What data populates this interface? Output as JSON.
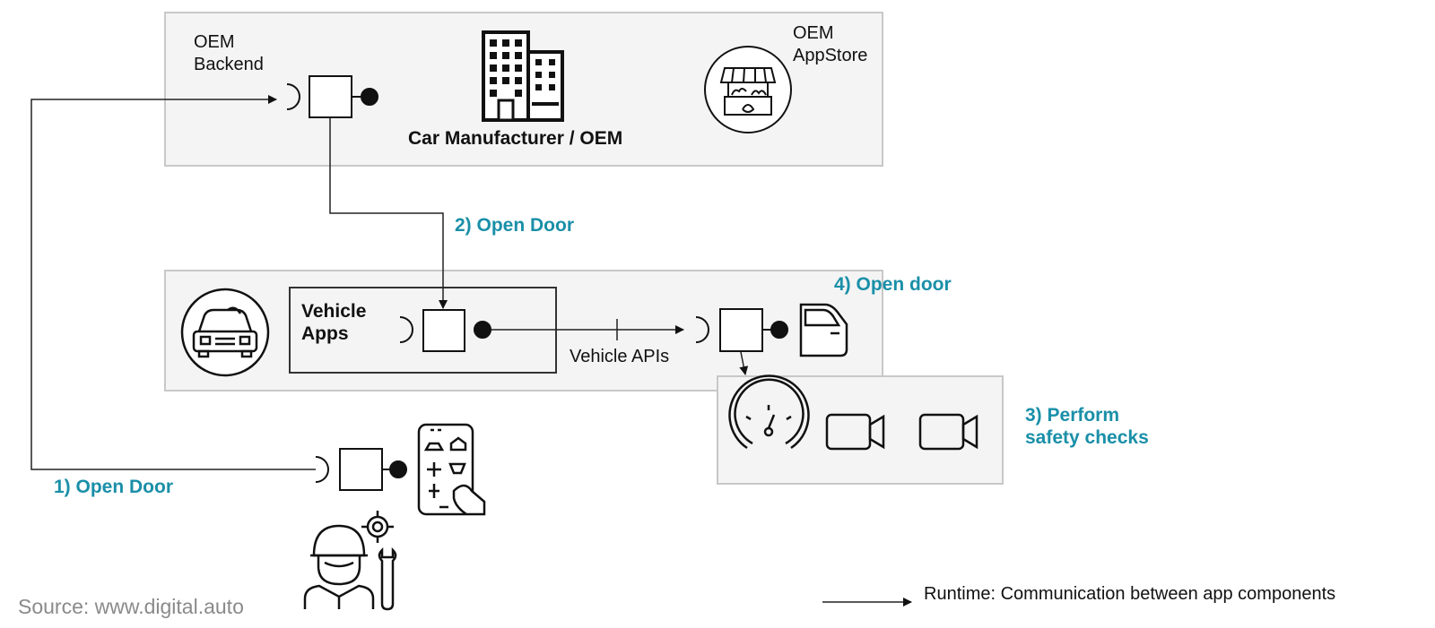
{
  "oem": {
    "backend_line1": "OEM",
    "backend_line2": "Backend",
    "appstore_line1": "OEM",
    "appstore_line2": "AppStore",
    "manufacturer_label": "Car Manufacturer / OEM"
  },
  "vehicle": {
    "apps_line1": "Vehicle",
    "apps_line2": "Apps",
    "apis_label": "Vehicle APIs"
  },
  "steps": {
    "step1": "1) Open Door",
    "step2": "2) Open Door",
    "step3_line1": "3) Perform",
    "step3_line2": "safety checks",
    "step4": "4) Open door"
  },
  "legend": {
    "runtime": "Runtime: Communication between app components"
  },
  "source": "Source: www.digital.auto",
  "colors": {
    "accent_teal": "#1a8fa8",
    "panel_fill": "#f4f4f4",
    "panel_border": "#c8c8c8",
    "source_grey": "#8a8a8a"
  },
  "icons": [
    "office-building-icon",
    "market-stall-icon",
    "car-front-icon",
    "car-door-icon",
    "speedometer-icon",
    "video-camera-icon",
    "smartphone-app-icon",
    "mechanic-icon"
  ]
}
